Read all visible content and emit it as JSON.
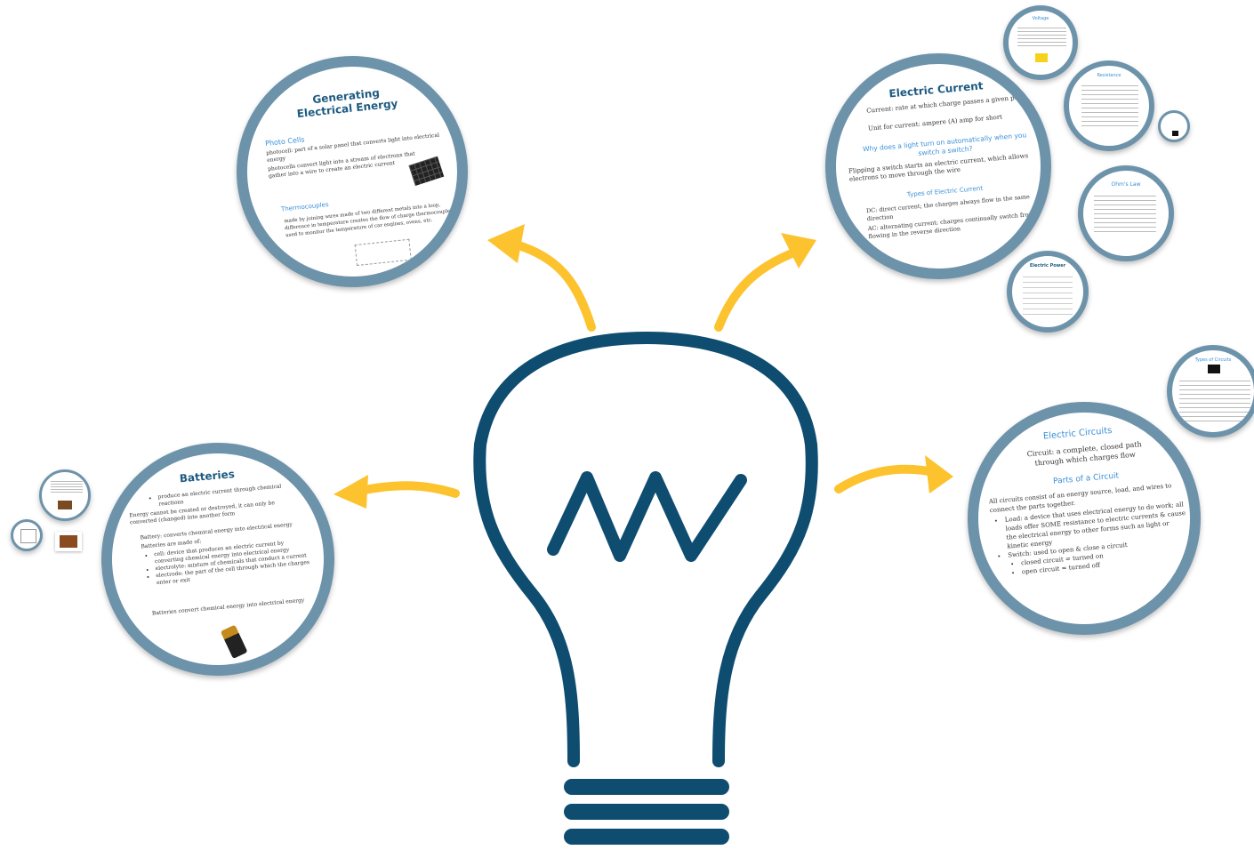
{
  "center": {
    "icon": "lightbulb-resistor-icon"
  },
  "colors": {
    "ring": "#6d93ab",
    "title": "#1e5a80",
    "subheading": "#3a8fd8",
    "arrow": "#fcc32f",
    "bulb": "#0e4d70"
  },
  "generating": {
    "title": "Generating Electrical Energy",
    "photo_heading": "Photo Cells",
    "photo_lines": [
      "photocell: part of a solar panel that converts light into electrical energy",
      "photocells convert light into a stream of electrons that gather into a wire to create an electric current"
    ],
    "thermo_heading": "Thermocouples",
    "thermo_text": "made by joining wires made of two different metals into a loop, difference in temperature creates the flow of charge thermocouples are used to monitor the temperature of car engines, ovens, etc."
  },
  "current": {
    "title": "Electric Current",
    "def_lines": [
      "Current: rate at which charge passes a given point",
      "Unit for current: ampere (A) amp for short"
    ],
    "question": "Why does a light turn on automatically when you switch a switch?",
    "answer": "Flipping a switch starts an electric current, which allows electrons to move through the wire",
    "types_heading": "Types of Electric Current",
    "types_lines": [
      "DC: direct current; the charges always flow in the same direction",
      "AC: alternating current; charges continually switch from flowing in the reverse direction"
    ]
  },
  "batteries": {
    "title": "Batteries",
    "bullet_top": "produce an electric current through chemical reactions",
    "lines": [
      "Energy cannot be created or destroyed, it can only be converted (changed) into another form",
      "Battery: converts chemical energy into electrical energy",
      "Batteries are made of:"
    ],
    "bullets": [
      "cell: device that produces an electric current by converting chemical energy into electrical energy",
      "electrolyte: mixture of chemicals that conduct a current",
      "electrode: the part of the cell through which the charges enter or exit"
    ],
    "footer": "Batteries convert chemical energy into electrical energy"
  },
  "circuits": {
    "title": "Electric Circuits",
    "definition": "Circuit: a complete, closed path through which charges flow",
    "parts_heading": "Parts of a Circuit",
    "intro": "All circuits consist of an energy source, load, and wires to connect the parts together.",
    "bullets": [
      "Load: a device that uses electrical energy to do work; all loads offer SOME resistance to electric currents & cause the electrical energy to other forms such as light or kinetic energy",
      "Switch: used to open & close a circuit"
    ],
    "sub_bullets": [
      "closed circuit = turned on",
      "open circuit = turned off"
    ]
  },
  "satellites": {
    "voltage_title": "Voltage",
    "resistance_title": "Resistance",
    "ohms_title": "Ohm's Law",
    "power_title": "Electric Power",
    "circuit_types_title": "Types of Circuits"
  }
}
